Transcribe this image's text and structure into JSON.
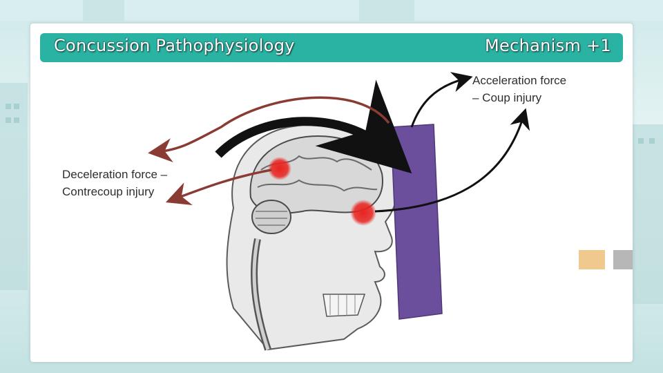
{
  "slide": {
    "title": "Concussion Pathophysiology",
    "subtitle": "Mechanism +1"
  },
  "diagram": {
    "acceleration_label_line1": "Acceleration force",
    "acceleration_label_line2": "– Coup injury",
    "deceleration_label_line1": "Deceleration force –",
    "deceleration_label_line2": "Contrecoup injury"
  },
  "colors": {
    "title_bar": "#2ab3a3",
    "wall": "#6b4e9c",
    "injury": "#e8231f",
    "brown_arrow": "#8a3b33",
    "black_arrow": "#111111"
  }
}
